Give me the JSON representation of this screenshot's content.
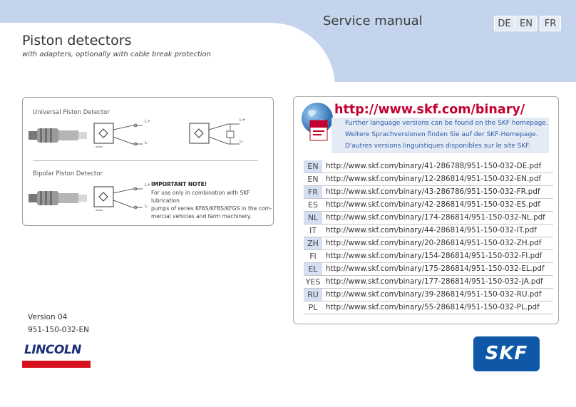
{
  "header": {
    "service_title": "Service manual",
    "languages": [
      "DE",
      "EN",
      "FR"
    ]
  },
  "document": {
    "title": "Piston detectors",
    "subtitle": "with adapters, optionally with cable break protection"
  },
  "left_panel": {
    "universal_label": "Universal Piston Detector",
    "bipolar_label": "Bipolar Piston Detector",
    "note_title": "IMPORTANT NOTE!",
    "note_lines": [
      "For use only in combination with SKF lubrication",
      "pumps of series KFAS/KFBS/KFGS in the com-",
      "mercial vehicles and farm machinery."
    ],
    "wire_labels": [
      "L+",
      "L-",
      "L+",
      "L-",
      "L+",
      "L-"
    ]
  },
  "right_panel": {
    "url": "http://www.skf.com/binary/",
    "info_lines": [
      "Further language versions can be found on the SKF homepage.",
      "Weitere Sprachversionen finden Sie auf der SKF-Homepage.",
      "D'autres versions linguistiques disponibles sur le site SKF."
    ],
    "rows": [
      {
        "code": "EN",
        "url": "http://www.skf.com/binary/41-286788/951-150-032-DE.pdf",
        "highlight": true
      },
      {
        "code": "EN",
        "url": "http://www.skf.com/binary/12-286814/951-150-032-EN.pdf",
        "highlight": false
      },
      {
        "code": "FR",
        "url": "http://www.skf.com/binary/43-286786/951-150-032-FR.pdf",
        "highlight": true
      },
      {
        "code": "ES",
        "url": "http://www.skf.com/binary/42-286814/951-150-032-ES.pdf",
        "highlight": false
      },
      {
        "code": "NL",
        "url": "http://www.skf.com/binary/174-286814/951-150-032-NL.pdf",
        "highlight": true
      },
      {
        "code": "IT",
        "url": "http://www.skf.com/binary/44-286814/951-150-032-IT.pdf",
        "highlight": false
      },
      {
        "code": "ZH",
        "url": "http://www.skf.com/binary/20-286814/951-150-032-ZH.pdf",
        "highlight": true
      },
      {
        "code": "FI",
        "url": "http://www.skf.com/binary/154-286814/951-150-032-FI.pdf",
        "highlight": false
      },
      {
        "code": "EL",
        "url": "http://www.skf.com/binary/175-286814/951-150-032-EL.pdf",
        "highlight": true
      },
      {
        "code": "YES",
        "url": "http://www.skf.com/binary/177-286814/951-150-032-JA.pdf",
        "highlight": false
      },
      {
        "code": "RU",
        "url": "http://www.skf.com/binary/39-286814/951-150-032-RU.pdf",
        "highlight": true
      },
      {
        "code": "PL",
        "url": "http://www.skf.com/binary/55-286814/951-150-032-PL.pdf",
        "highlight": false
      }
    ]
  },
  "footer": {
    "version": "Version 04",
    "doc_number": "951-150-032-EN",
    "lincoln_logo_text": "LINCOLN",
    "skf_logo_text": "SKF"
  },
  "colors": {
    "header_band": "#c4d4ec",
    "url_red": "#c3002f",
    "info_blue": "#2a5aa8",
    "skf_blue": "#0f58a8",
    "lincoln_red": "#d5121d",
    "lincoln_navy": "#1d2f7a"
  }
}
